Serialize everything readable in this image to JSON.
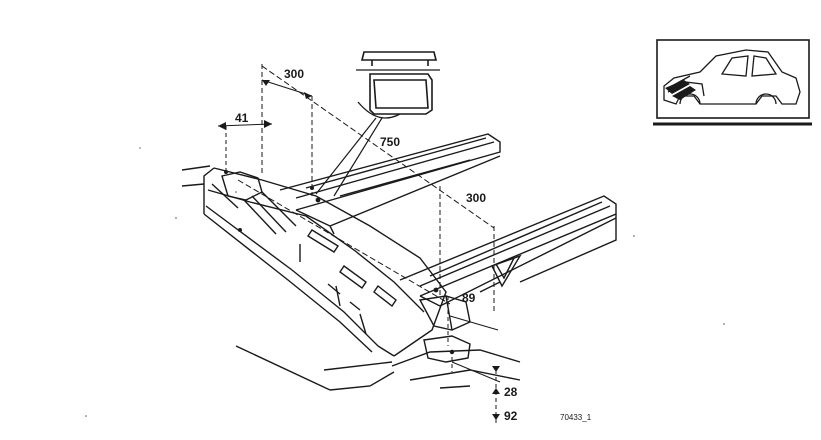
{
  "figure": {
    "reference": "70433_1",
    "dimensions": {
      "d_41": "41",
      "d_300_top": "300",
      "d_750": "750",
      "d_300_right": "300",
      "d_89": "89",
      "d_28": "28",
      "d_92": "92"
    },
    "colors": {
      "ink": "#1a1a1a",
      "paper": "#ffffff"
    }
  }
}
